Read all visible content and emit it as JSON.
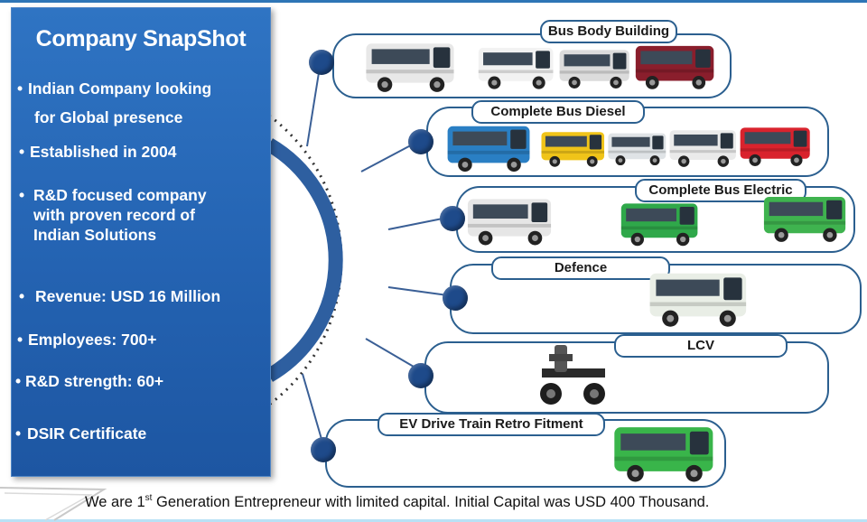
{
  "snapshot": {
    "title": "Company SnapShot",
    "items": [
      {
        "bullet": "•",
        "line1": "Indian Company looking",
        "line2": "for Global presence"
      },
      {
        "bullet": "•",
        "line1": "Established in 2004"
      },
      {
        "bullet": "•",
        "line1": "R&D focused company",
        "line2": "with proven record of",
        "line3": "Indian Solutions"
      },
      {
        "bullet": "•",
        "line1": "Revenue: USD 16 Million"
      },
      {
        "bullet": "•",
        "line1": "Employees: 700+"
      },
      {
        "bullet": "•",
        "line1": "R&D strength: 60+"
      },
      {
        "bullet": "•",
        "line1": "DSIR Certificate"
      }
    ]
  },
  "categories": [
    {
      "label": "Bus Body Building",
      "vehicle_icon": "bus-icon"
    },
    {
      "label": "Complete Bus Diesel",
      "vehicle_icon": "bus-icon"
    },
    {
      "label": "Complete Bus Electric",
      "vehicle_icon": "bus-icon"
    },
    {
      "label": "Defence",
      "vehicle_icon": "bus-icon"
    },
    {
      "label": "LCV",
      "vehicle_icon": "chassis-icon"
    },
    {
      "label": "EV Drive Train Retro Fitment",
      "vehicle_icon": "bus-icon"
    }
  ],
  "footer": {
    "prefix": "We are 1",
    "superscript": "st",
    "suffix": " Generation Entrepreneur with limited capital. Initial Capital was USD 400 Thousand."
  },
  "colors": {
    "panel_blue": "#2463b2",
    "line_blue": "#2b5f8f",
    "node_navy": "#1e4a8a",
    "arc_blue": "#2e5fa0"
  }
}
